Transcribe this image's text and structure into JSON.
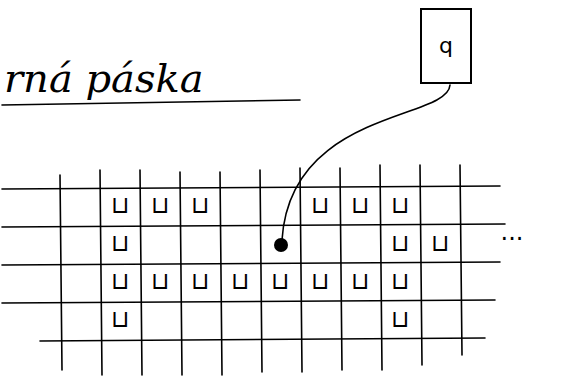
{
  "diagram": {
    "title": "rná páska",
    "nodes": [
      {
        "text": [
          "q"
        ]
      }
    ],
    "labels": [
      "⊔",
      "⊔",
      "⊔",
      "⊔",
      "⊔",
      "⊔",
      "⊔",
      "⊔",
      "⊔",
      "...",
      "⊔",
      "⊔",
      "⊔",
      "⊔",
      "⊔",
      "⊔",
      "⊔",
      "⊔",
      "⊔",
      "⊔"
    ]
  }
}
